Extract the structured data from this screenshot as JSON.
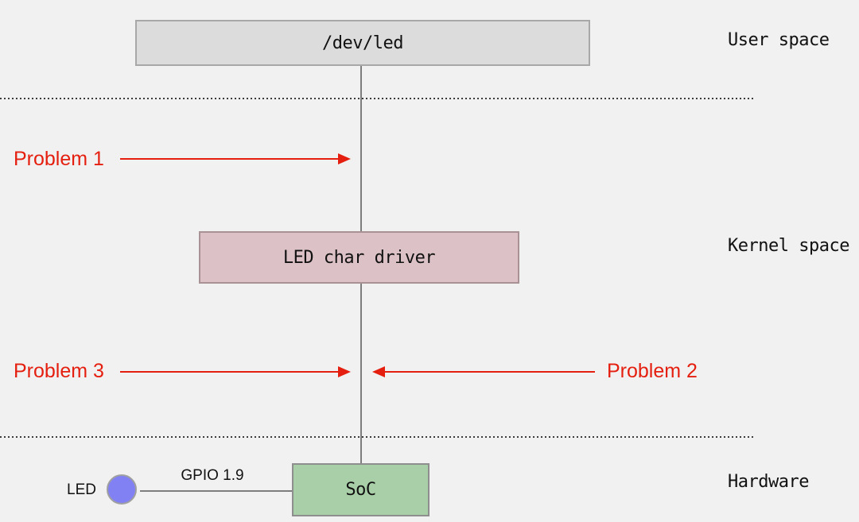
{
  "layers": [
    {
      "id": "user-space",
      "label": "User space"
    },
    {
      "id": "kernel-space",
      "label": "Kernel space"
    },
    {
      "id": "hardware",
      "label": "Hardware"
    }
  ],
  "nodes": {
    "dev_led": {
      "label": "/dev/led",
      "layer": "User space"
    },
    "led_char_driver": {
      "label": "LED char driver",
      "layer": "Kernel space"
    },
    "soc": {
      "label": "SoC",
      "layer": "Hardware"
    },
    "led": {
      "label": "LED",
      "layer": "Hardware"
    }
  },
  "edges": [
    {
      "from": "dev_led",
      "to": "led_char_driver"
    },
    {
      "from": "led_char_driver",
      "to": "soc"
    },
    {
      "from": "soc",
      "to": "led",
      "label": "GPIO 1.9"
    }
  ],
  "gpio": {
    "label": "GPIO 1.9"
  },
  "annotations": {
    "problem1": {
      "label": "Problem 1",
      "target": "dev_led to led_char_driver connection"
    },
    "problem2": {
      "label": "Problem 2",
      "target": "led_char_driver to soc connection"
    },
    "problem3": {
      "label": "Problem 3",
      "target": "led_char_driver to soc connection"
    }
  },
  "colors": {
    "background": "#f1f1f1",
    "red": "#e51f0f",
    "line_gray": "#7d7d7d",
    "separator_color": "#3c3c3c",
    "dev_led_fill": "#dcdcdc",
    "dev_led_border": "#a8a8a8",
    "driver_fill": "#dcc2c6",
    "driver_border": "#a89296",
    "soc_fill": "#a9cfa9",
    "soc_border": "#8e8e8e",
    "led_fill": "#8181f4",
    "led_border": "#a0a0a0",
    "text_color": "#111111"
  }
}
